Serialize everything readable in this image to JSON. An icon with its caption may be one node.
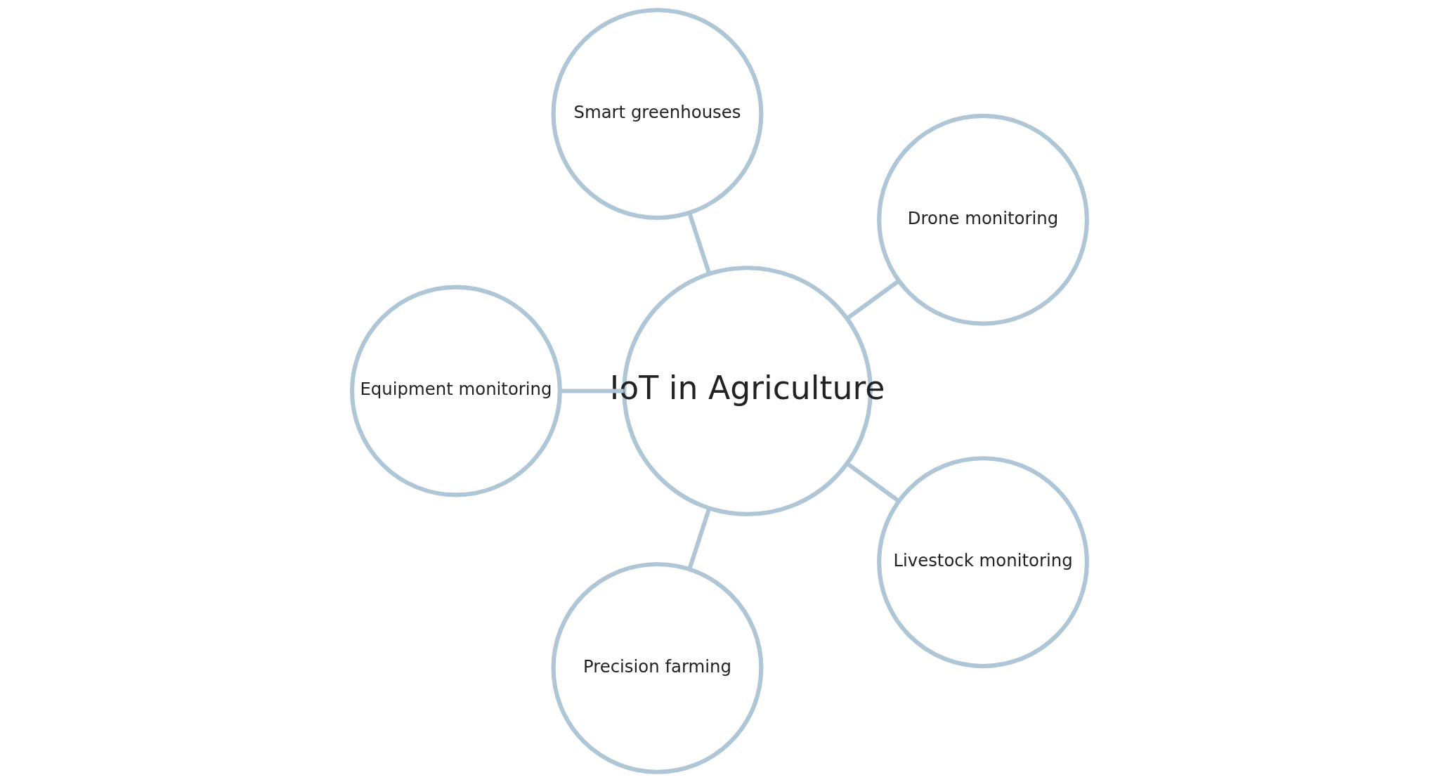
{
  "diagram": {
    "nodes": [
      {
        "text": [
          "IoT in Agriculture"
        ]
      },
      {
        "text": [
          "Drone monitoring"
        ]
      },
      {
        "text": [
          "Smart greenhouses"
        ]
      },
      {
        "text": [
          "Equipment monitoring"
        ]
      },
      {
        "text": [
          "Precision farming"
        ]
      },
      {
        "text": [
          "Livestock monitoring"
        ]
      }
    ],
    "edges": [
      {
        "from": 0,
        "to": 1,
        "arrow": "none"
      },
      {
        "from": 0,
        "to": 2,
        "arrow": "none"
      },
      {
        "from": 0,
        "to": 3,
        "arrow": "none"
      },
      {
        "from": 0,
        "to": 4,
        "arrow": "none"
      },
      {
        "from": 0,
        "to": 5,
        "arrow": "none"
      }
    ]
  }
}
